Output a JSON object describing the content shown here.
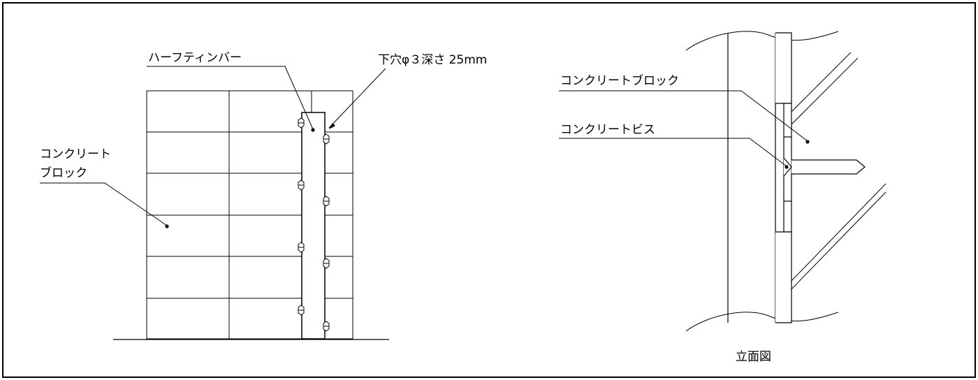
{
  "left_view": {
    "label_timber": "ハーフティンバー",
    "label_hole": "下穴φ３深さ 25mm",
    "label_block_line1": "コンクリート",
    "label_block_line2": "ブロック"
  },
  "right_view": {
    "label_block": "コンクリートブロック",
    "label_screw": "コンクリートビス",
    "caption": "立面図"
  }
}
